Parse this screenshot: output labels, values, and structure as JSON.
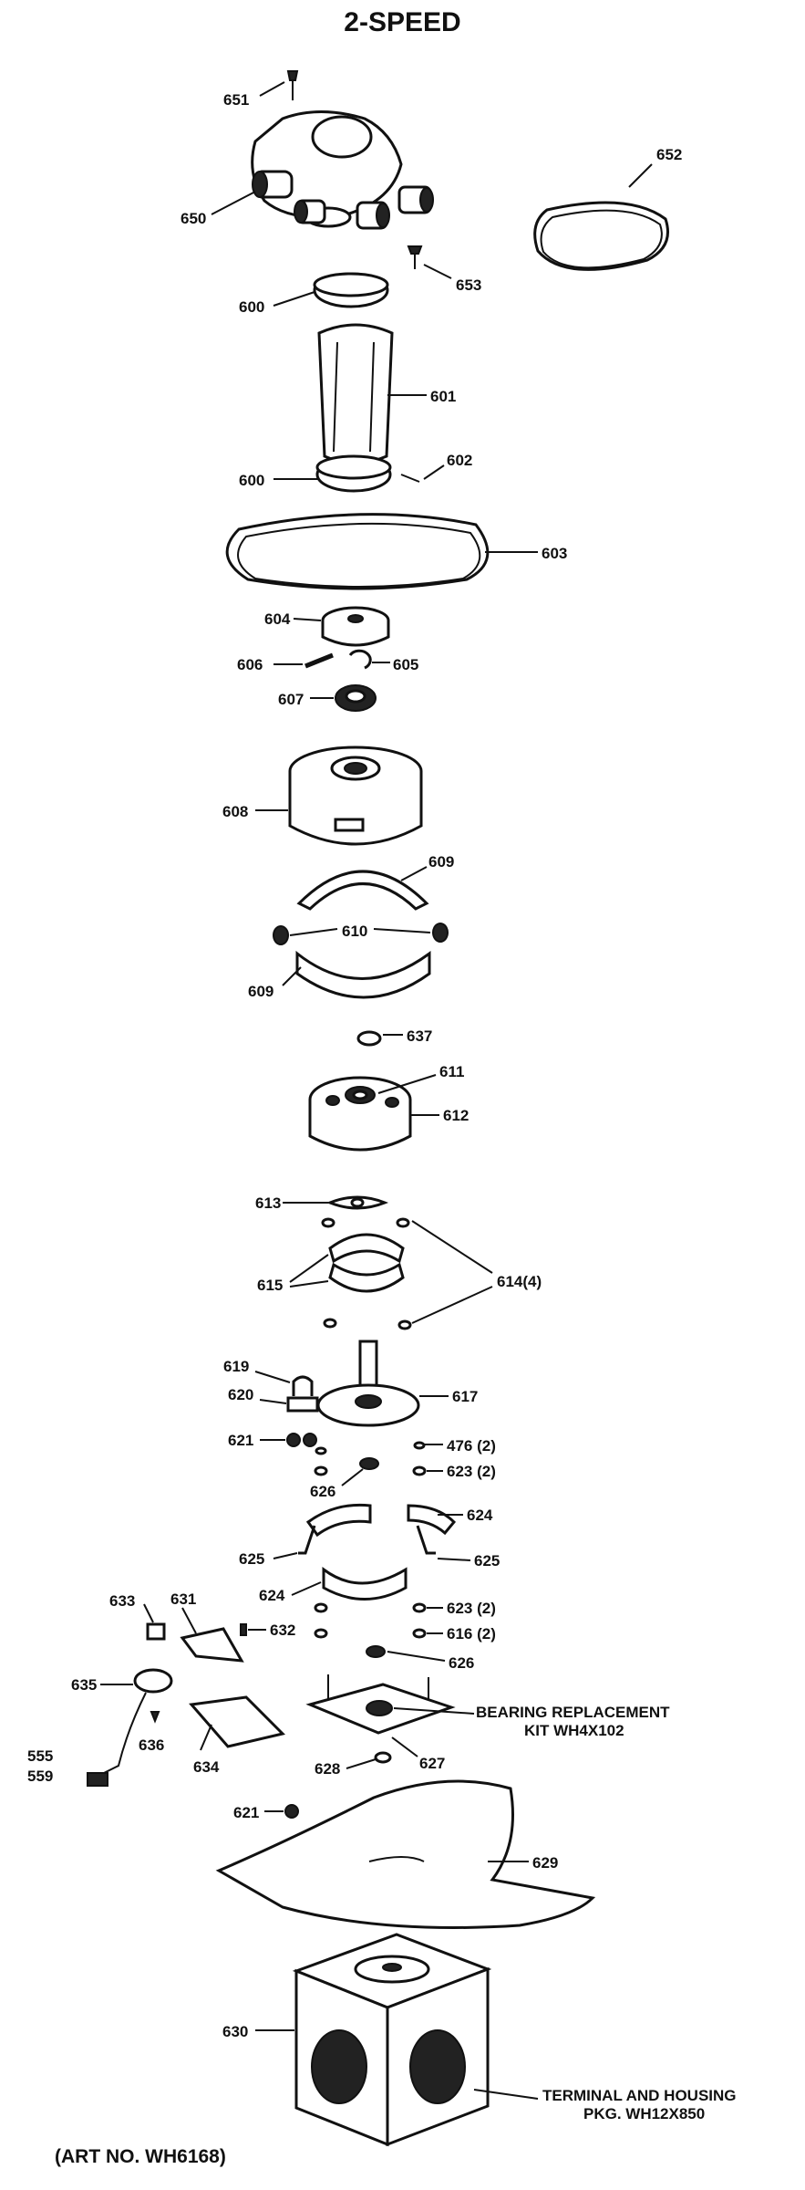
{
  "title": "2-SPEED",
  "art_number": "(ART NO. WH6168)",
  "labels": {
    "p651": "651",
    "p650": "650",
    "p652": "652",
    "p653": "653",
    "p600a": "600",
    "p601": "601",
    "p602": "602",
    "p600b": "600",
    "p603": "603",
    "p604": "604",
    "p606": "606",
    "p605": "605",
    "p607": "607",
    "p608": "608",
    "p609a": "609",
    "p610": "610",
    "p609b": "609",
    "p637": "637",
    "p611": "611",
    "p612": "612",
    "p613": "613",
    "p615": "615",
    "p614": "614(4)",
    "p619": "619",
    "p620": "620",
    "p617": "617",
    "p621a": "621",
    "p476": "476 (2)",
    "p626a": "626",
    "p623a": "623 (2)",
    "p624a": "624",
    "p625a": "625",
    "p625b": "625",
    "p624b": "624",
    "p623b": "623 (2)",
    "p633": "633",
    "p631": "631",
    "p632": "632",
    "p616": "616 (2)",
    "p626b": "626",
    "p635": "635",
    "p555": "555",
    "p559": "559",
    "p636": "636",
    "p634": "634",
    "p628": "628",
    "p627": "627",
    "p621b": "621",
    "p629": "629",
    "p630": "630"
  },
  "notes": {
    "bearing_line1": "BEARING REPLACEMENT",
    "bearing_line2": "KIT WH4X102",
    "terminal_line1": "TERMINAL AND HOUSING",
    "terminal_line2": "PKG. WH12X850"
  }
}
